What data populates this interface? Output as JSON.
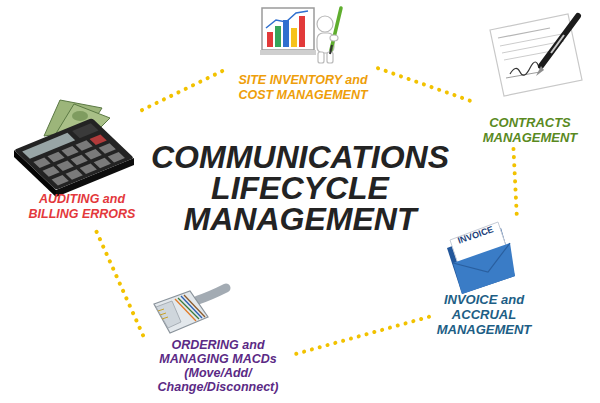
{
  "diagram": {
    "title": "COMMUNICATIONS LIFECYCLE MANAGEMENT",
    "nodes": [
      {
        "text": [
          "SITE INVENTORY and COST MANAGEMENT"
        ]
      },
      {
        "text": [
          "CONTRACTS MANAGEMENT"
        ]
      },
      {
        "text": [
          "AUDITING and BILLING ERRORS"
        ]
      },
      {
        "text": [
          "INVOICE and ACCRUAL MANAGEMENT"
        ]
      },
      {
        "text": [
          "ORDERING and MANAGING MACDs (Move/Add/ Change/Disconnect)"
        ]
      }
    ],
    "edges": [
      {
        "from": 2,
        "to": 0,
        "arrow": "none"
      },
      {
        "from": 0,
        "to": 1,
        "arrow": "none"
      },
      {
        "from": 1,
        "to": 3,
        "arrow": "none"
      },
      {
        "from": 3,
        "to": 4,
        "arrow": "none"
      },
      {
        "from": 4,
        "to": 2,
        "arrow": "none"
      }
    ],
    "labels": [
      "INVOICE"
    ]
  }
}
